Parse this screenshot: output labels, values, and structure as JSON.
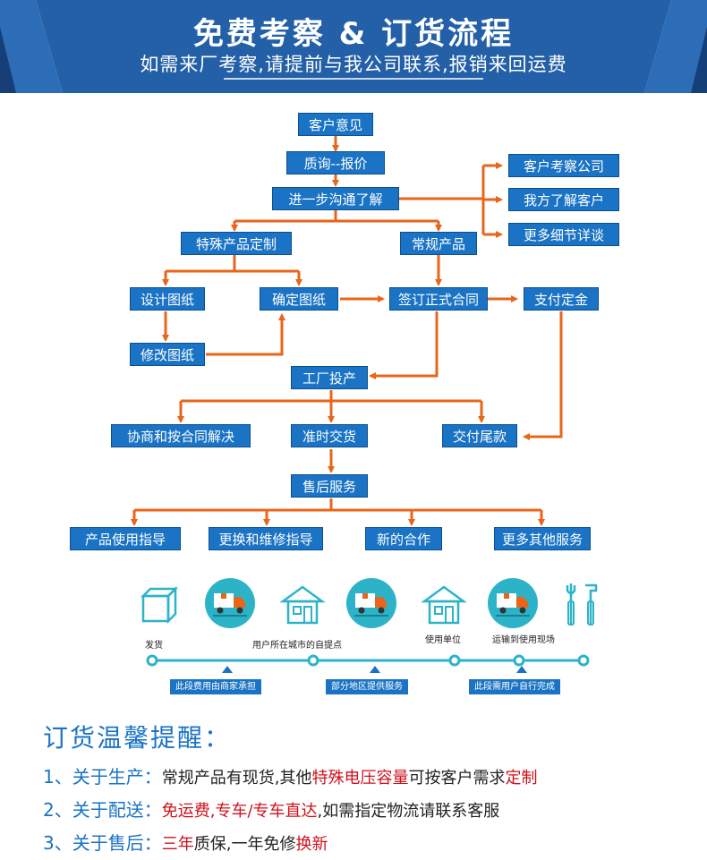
{
  "header": {
    "title": "免费考察 & 订货流程",
    "subtitle": "如需来厂考察,请提前与我公司联系,报销来回运费"
  },
  "flow": {
    "opinion": "客户意见",
    "inquiry": "质询--报价",
    "communicate": "进一步沟通了解",
    "visit_company": "客户考察公司",
    "know_customer": "我方了解客户",
    "details": "更多细节详谈",
    "special": "特殊产品定制",
    "regular": "常规产品",
    "design": "设计图纸",
    "confirm": "确定图纸",
    "contract": "签订正式合同",
    "deposit": "支付定金",
    "modify": "修改图纸",
    "production": "工厂投产",
    "negotiate": "协商和按合同解决",
    "ontime": "准时交货",
    "balance": "交付尾款",
    "after_sales": "售后服务",
    "guide": "产品使用指导",
    "repair": "更换和维修指导",
    "cooperation": "新的合作",
    "more_services": "更多其他服务"
  },
  "logistics": {
    "labels": [
      "发货",
      "用户所在城市的自提点",
      "使用单位",
      "运输到使用现场"
    ],
    "segments": [
      "此段费用由商家承担",
      "部分地区提供服务",
      "此段需用户自行完成"
    ],
    "icons": [
      "box-icon",
      "truck-icon",
      "house-icon",
      "truck-icon",
      "house-icon",
      "truck-icon",
      "tools-icon"
    ]
  },
  "tips": {
    "title": "订货温馨提醒：",
    "items": [
      {
        "head": "1、关于生产：",
        "p1": "常规产品有现货,其他",
        "r1": "特殊电压容量",
        "p2": "可按客户需求",
        "r2": "定制"
      },
      {
        "head": "2、关于配送：",
        "p1": "",
        "r1": "免运费,专车/专车直达",
        "p2": ",如需指定物流请联系客服",
        "r2": ""
      },
      {
        "head": "3、关于售后：",
        "p1": "",
        "r1": "三年",
        "p2": "质保,一年免修",
        "r2": "换新"
      }
    ]
  },
  "colors": {
    "blue": "#1a73c4",
    "dark_blue": "#1f5a99",
    "orange": "#e8651a",
    "red": "#d0101b"
  }
}
